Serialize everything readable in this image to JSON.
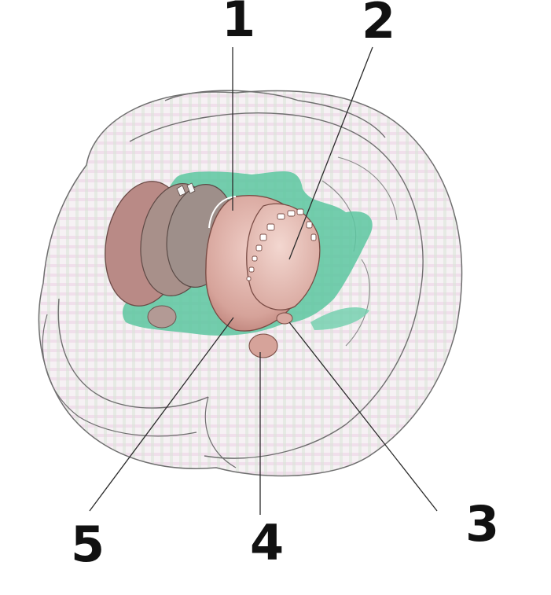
{
  "labels": {
    "l1": "1",
    "l2": "2",
    "l3": "3",
    "l4": "4",
    "l5": "5"
  },
  "colors": {
    "brain_outline": "#6f6f6f",
    "brain_fill": "#f1ecef",
    "grid_pink": "#e8c7e0",
    "ventricle_green": "#5cc7a0",
    "nucleus_pink": "#c98f86",
    "nucleus_dark": "#b88a86",
    "line": "#2b2b2b",
    "label": "#111111"
  }
}
